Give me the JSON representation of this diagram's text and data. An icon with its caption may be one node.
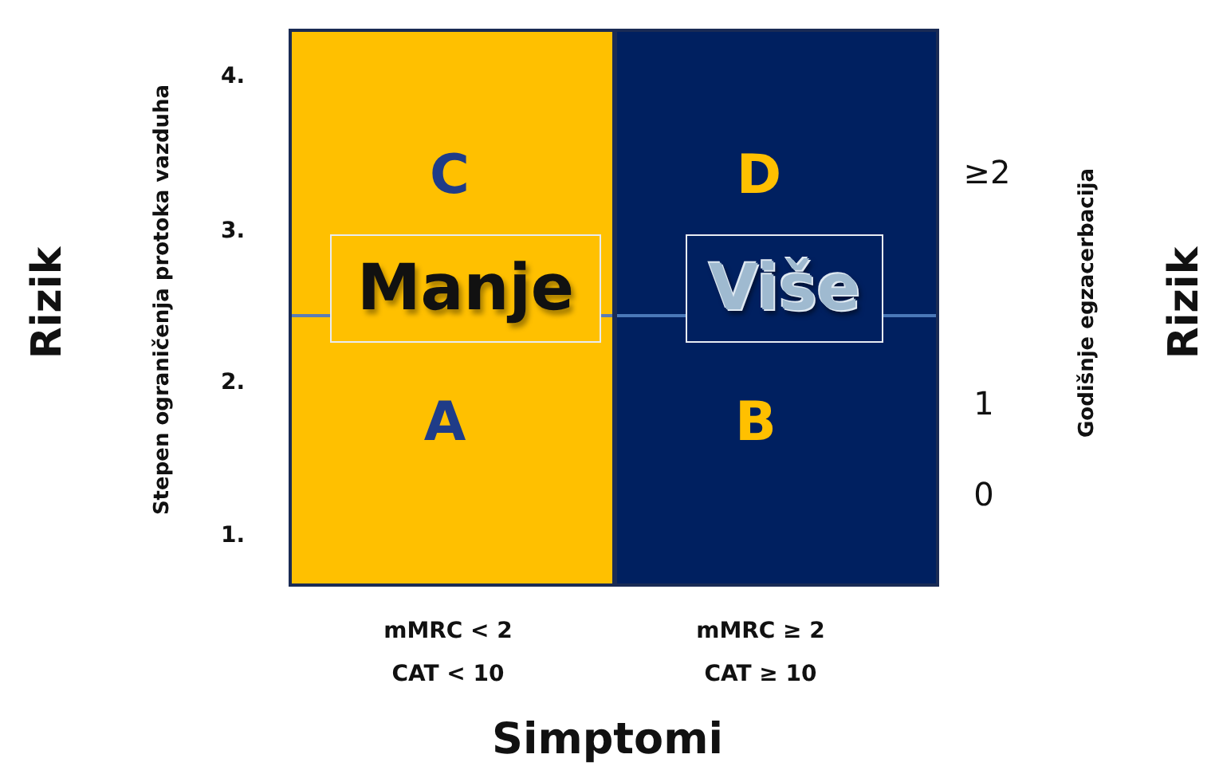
{
  "diagram": {
    "nodes": [
      {
        "text": [
          "C",
          "A"
        ]
      },
      {
        "text": [
          "Manje"
        ],
        "in": 0
      },
      {
        "text": [
          "D",
          "B"
        ]
      },
      {
        "text": [
          "Više"
        ],
        "in": 2
      }
    ],
    "labels": [
      "4.",
      "Rizik",
      "Stepen ograničenja protoka vazduha",
      "3.",
      "2.",
      "1.",
      "≥2",
      "Godišnje egzacerbacija",
      "Rizik",
      "1",
      "0",
      "mMRC < 2",
      "CAT < 10",
      "mMRC ≥ 2",
      "CAT ≥ 10",
      "Simptomi"
    ]
  }
}
